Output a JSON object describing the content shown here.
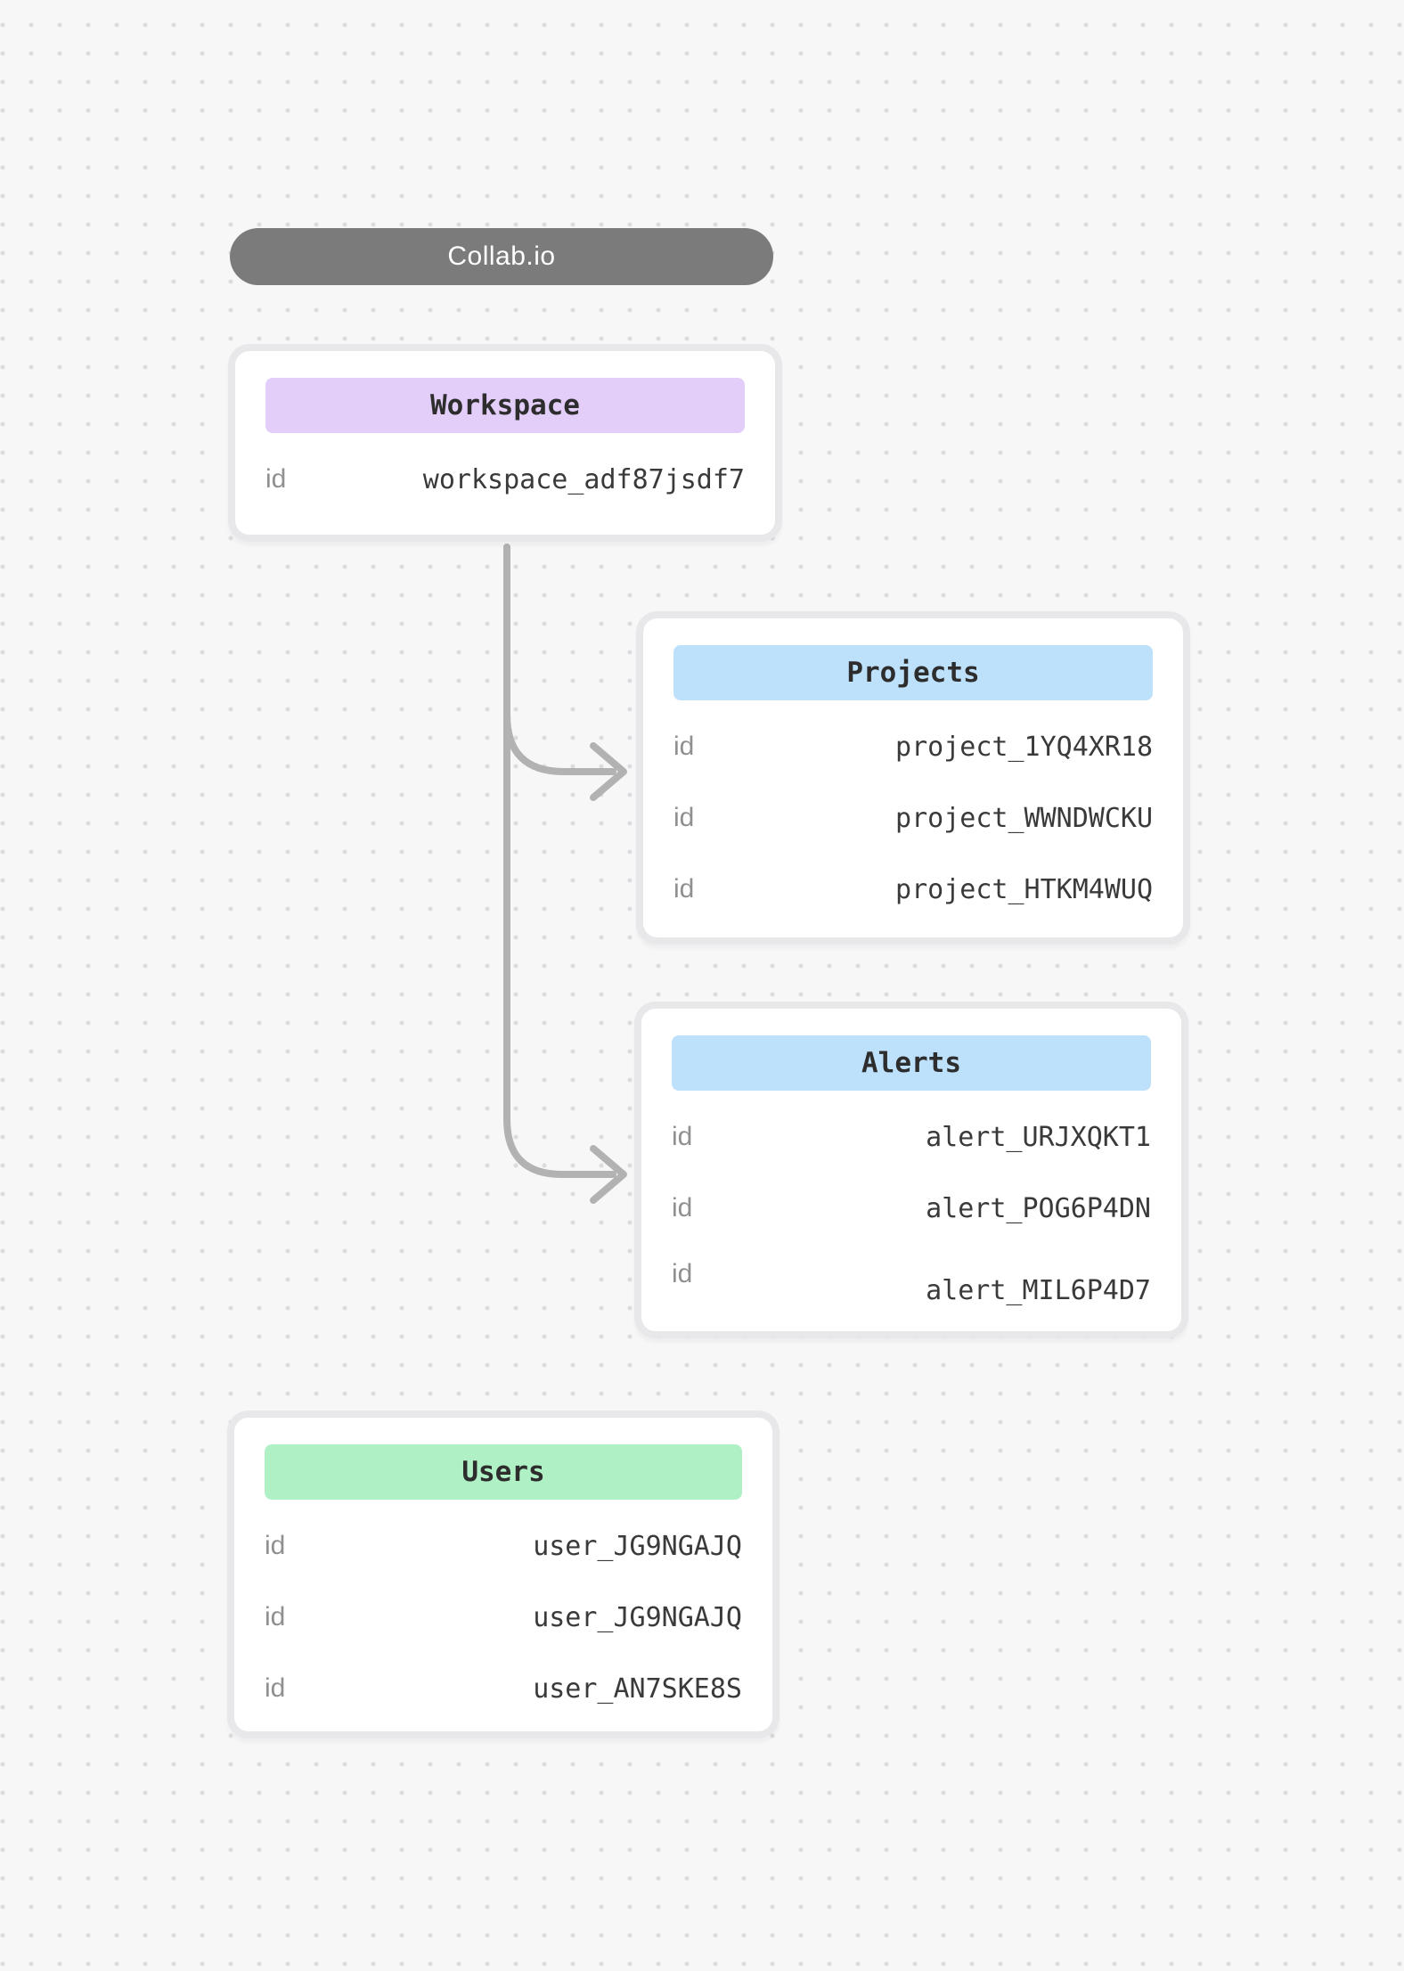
{
  "title_pill": {
    "label": "Collab.io",
    "bg_color": "#7b7b7b",
    "text_color": "#ffffff"
  },
  "canvas": {
    "background_color": "#f7f7f8",
    "dot_color": "#dcdcdf"
  },
  "connectors": {
    "color": "#b2b2b2"
  },
  "entities": [
    {
      "title": "Workspace",
      "header_color": "#e3cdf9",
      "rows": [
        {
          "label": "id",
          "value": "workspace_adf87jsdf7"
        }
      ]
    },
    {
      "title": "Projects",
      "header_color": "#bde0fb",
      "rows": [
        {
          "label": "id",
          "value": "project_1YQ4XR18"
        },
        {
          "label": "id",
          "value": "project_WWNDWCKU"
        },
        {
          "label": "id",
          "value": "project_HTKM4WUQ"
        }
      ]
    },
    {
      "title": "Alerts",
      "header_color": "#bde0fb",
      "rows": [
        {
          "label": "id",
          "value": "alert_URJXQKT1"
        },
        {
          "label": "id",
          "value": "alert_POG6P4DN"
        },
        {
          "label": "id",
          "value": "alert_MIL6P4D7"
        }
      ]
    },
    {
      "title": "Users",
      "header_color": "#aff0c5",
      "rows": [
        {
          "label": "id",
          "value": "user_JG9NGAJQ"
        },
        {
          "label": "id",
          "value": "user_JG9NGAJQ"
        },
        {
          "label": "id",
          "value": "user_AN7SKE8S"
        }
      ]
    }
  ]
}
